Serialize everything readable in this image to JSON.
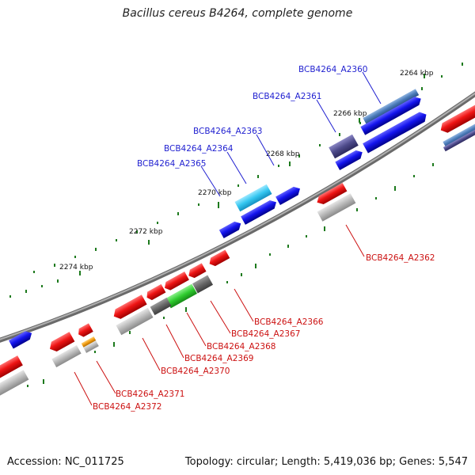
{
  "title": "Bacillus cereus B4264, complete genome",
  "footer": {
    "accession_label": "Accession: NC_011725",
    "summary_label": "Topology: circular; Length: 5,419,036 bp; Genes: 5,547"
  },
  "colors": {
    "backbone": "#8c8c8c",
    "forward_gene": "#1414ee",
    "reverse_gene": "#ee1414",
    "forward_label": "#1f1fd0",
    "reverse_label": "#cc1111",
    "tick": "#1d7a1d",
    "highlight_cyan": "#34c6f0",
    "highlight_green": "#2fcc2f",
    "steel_blue": "#4a7ab8",
    "slate": "#4d4a8a",
    "grey_gene": "#b8b8b8",
    "dark_grey_gene": "#666666",
    "orange_gene": "#f09a10"
  },
  "tick_labels": [
    "2264 kbp",
    "2266 kbp",
    "2268 kbp",
    "2270 kbp",
    "2272 kbp",
    "2274 kbp"
  ],
  "forward_gene_labels": [
    "BCB4264_A2360",
    "BCB4264_A2361",
    "BCB4264_A2363",
    "BCB4264_A2364",
    "BCB4264_A2365"
  ],
  "reverse_gene_labels": [
    "BCB4264_A2362",
    "BCB4264_A2366",
    "BCB4264_A2367",
    "BCB4264_A2368",
    "BCB4264_A2369",
    "BCB4264_A2370",
    "BCB4264_A2371",
    "BCB4264_A2372"
  ]
}
